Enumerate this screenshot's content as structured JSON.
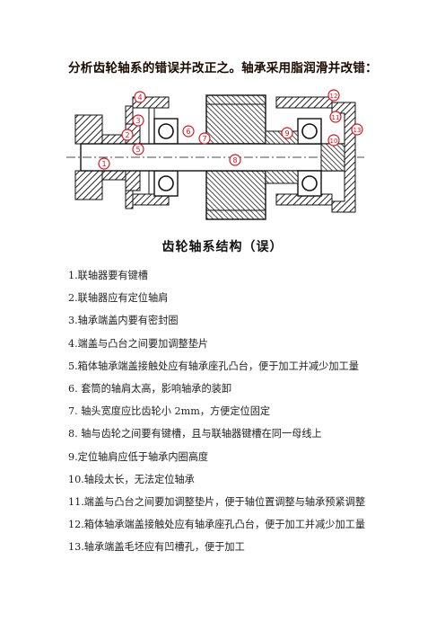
{
  "title": "分析齿轮轴系的错误并改正之。轴承采用脂润滑并改错：",
  "figure": {
    "caption": "齿轮轴系结构（误）",
    "markers": [
      "1",
      "2",
      "3",
      "4",
      "5",
      "6",
      "7",
      "8",
      "9",
      "10",
      "11",
      "12",
      "13"
    ]
  },
  "items": [
    "1.联轴器要有键槽",
    "2.联轴器应有定位轴肩",
    "3.轴承端盖内要有密封圈",
    "4.端盖与凸台之间要加调整垫片",
    "5.箱体轴承端盖接触处应有轴承座孔凸台，便于加工并减少加工量",
    "6. 套筒的轴肩太高，影响轴承的装卸",
    "7. 轴头宽度应比齿轮小 2mm，方便定位固定",
    "8. 轴与齿轮之间要有键槽，且与联轴器键槽在同一母线上",
    "9.定位轴肩应低于轴承内圈高度",
    "10.轴段太长，无法定位轴承",
    "11.端盖与凸台之间要加调整垫片，便于轴位置调整与轴承预紧调整",
    "12.箱体轴承端盖接触处应有轴承座孔凸台，便于加工并减少加工量",
    "13.轴承端盖毛坯应有凹槽孔，便于加工"
  ],
  "colors": {
    "marker": "#e0141e",
    "line": "#111111",
    "hatch": "#222222"
  }
}
